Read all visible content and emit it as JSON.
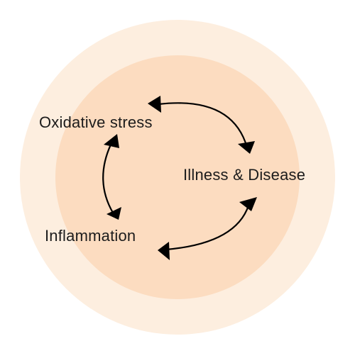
{
  "diagram": {
    "nodes": [
      {
        "id": "oxidative",
        "label": "Oxidative stress"
      },
      {
        "id": "illness",
        "label": "Illness & Disease"
      },
      {
        "id": "inflammation",
        "label": "Inflammation"
      }
    ],
    "edges": [
      {
        "from": "oxidative",
        "to": "illness",
        "bidirectional": true
      },
      {
        "from": "illness",
        "to": "inflammation",
        "bidirectional": true
      },
      {
        "from": "inflammation",
        "to": "oxidative",
        "bidirectional": true
      }
    ],
    "colors": {
      "outer_ring": "#fdeedf",
      "inner_disc": "#fcdcc0",
      "arrow": "#000000",
      "text": "#1c1c1c",
      "background": "#ffffff"
    }
  }
}
